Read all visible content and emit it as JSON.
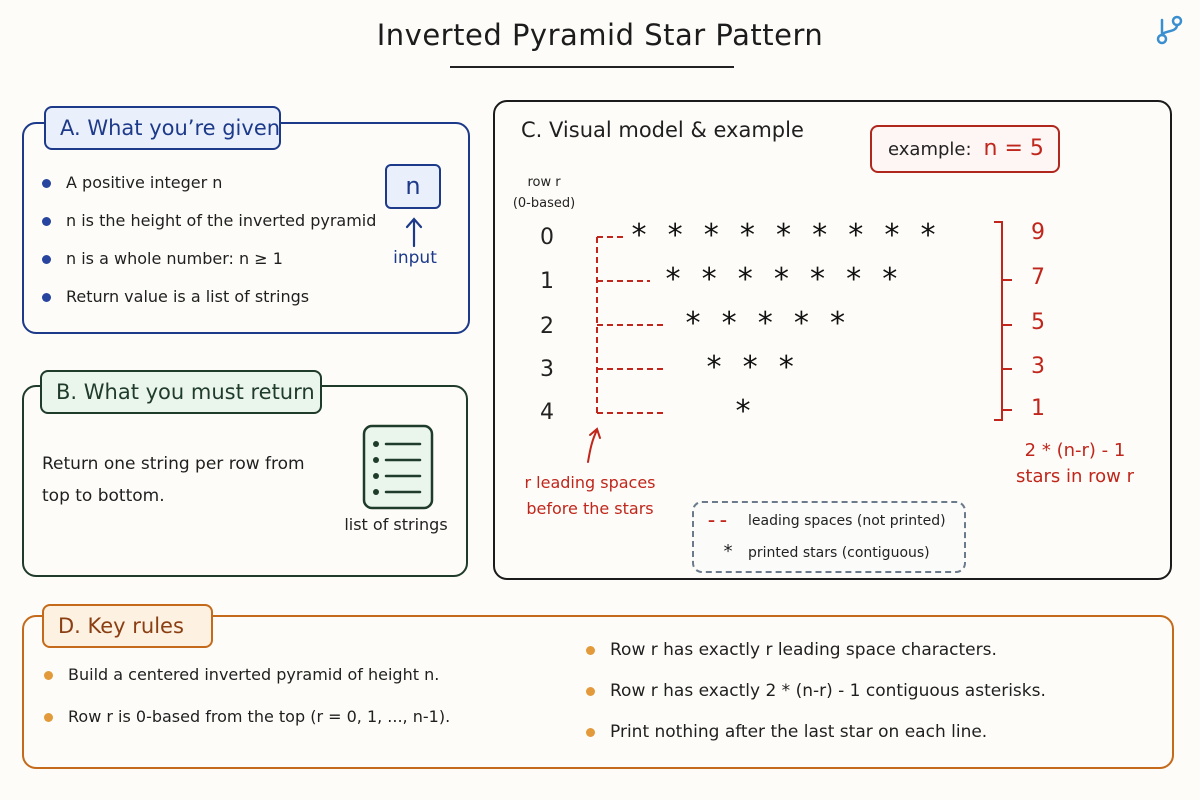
{
  "title": "Inverted Pyramid Star Pattern",
  "colors": {
    "panel_a": "#1d3a8a",
    "panel_b": "#1f3b2a",
    "panel_c": "#1b1b1b",
    "panel_d": "#c46a1a",
    "accent_red": "#c0261b",
    "bullet_orange": "#e39a3a",
    "logo": "#3a8fd0"
  },
  "header": {
    "logo_icon": "branch-icon"
  },
  "section_a": {
    "tag": "A. What you’re given",
    "bullets": [
      "A positive integer n",
      "n is the height of the inverted pyramid",
      "n is a whole number: n ≥ 1",
      "Return value is a list of strings"
    ],
    "input_symbol": "n",
    "input_label": "input"
  },
  "section_b": {
    "tag": "B. What you must return",
    "text": "Return one string per row from top to bottom.",
    "icon": "list-icon",
    "icon_label": "list of strings"
  },
  "section_c": {
    "heading": "C. Visual model & example",
    "example_label": "example:",
    "example_value": "n = 5",
    "row_header_line1": "row r",
    "row_header_line2": "(0-based)",
    "rows": [
      {
        "index": "0",
        "stars": "* * * * * * * * *",
        "count": "9"
      },
      {
        "index": "1",
        "stars": "* * * * * * *",
        "count": "7"
      },
      {
        "index": "2",
        "stars": "* * * * *",
        "count": "5"
      },
      {
        "index": "3",
        "stars": "* * *",
        "count": "3"
      },
      {
        "index": "4",
        "stars": "*",
        "count": "1"
      }
    ],
    "formula_line1": "2 * (n-r) - 1",
    "formula_line2": "stars in row r",
    "leading_caption_line1": "r leading spaces",
    "leading_caption_line2": "before the stars",
    "legend": {
      "dash_symbol": "– –",
      "dash_label": "leading spaces (not printed)",
      "star_symbol": "*",
      "star_label": "printed stars (contiguous)"
    }
  },
  "section_d": {
    "tag": "D. Key rules",
    "left_rules": [
      "Build a centered inverted pyramid of height n.",
      "Row r is 0-based from the top (r = 0, 1, ..., n-1)."
    ],
    "right_rules": [
      "Row r has exactly r leading space characters.",
      "Row r has exactly 2 * (n-r) - 1 contiguous asterisks.",
      "Print nothing after the last star on each line."
    ]
  }
}
